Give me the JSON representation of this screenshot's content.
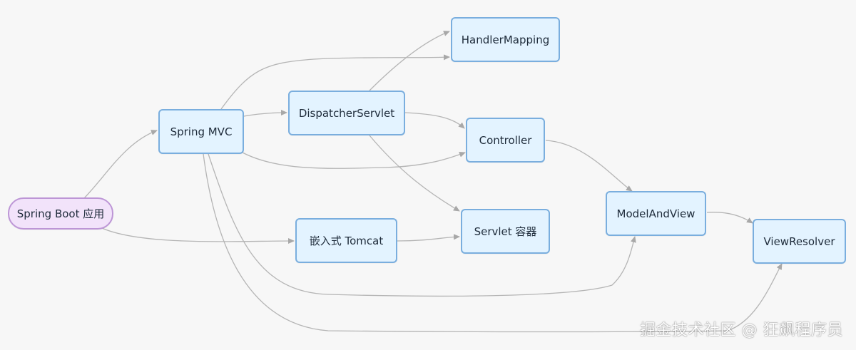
{
  "diagram": {
    "type": "flowchart",
    "colors": {
      "background": "#f7f7f7",
      "node_fill": "#e3f3ff",
      "node_border": "#7aaede",
      "root_fill": "#f2e3fa",
      "root_border": "#bd96d6",
      "edge": "#b5b5b5"
    },
    "nodes": {
      "spring_boot": "Spring Boot 应用",
      "spring_mvc": "Spring MVC",
      "embedded_tomcat": "嵌入式 Tomcat",
      "dispatcher_servlet": "DispatcherServlet",
      "handler_mapping": "HandlerMapping",
      "controller": "Controller",
      "servlet_container": "Servlet 容器",
      "model_and_view": "ModelAndView",
      "view_resolver": "ViewResolver"
    },
    "edges": [
      {
        "from": "spring_boot",
        "to": "spring_mvc"
      },
      {
        "from": "spring_boot",
        "to": "embedded_tomcat"
      },
      {
        "from": "spring_mvc",
        "to": "dispatcher_servlet"
      },
      {
        "from": "spring_mvc",
        "to": "handler_mapping"
      },
      {
        "from": "spring_mvc",
        "to": "controller"
      },
      {
        "from": "spring_mvc",
        "to": "model_and_view"
      },
      {
        "from": "spring_mvc",
        "to": "view_resolver"
      },
      {
        "from": "dispatcher_servlet",
        "to": "handler_mapping"
      },
      {
        "from": "dispatcher_servlet",
        "to": "controller"
      },
      {
        "from": "dispatcher_servlet",
        "to": "servlet_container"
      },
      {
        "from": "embedded_tomcat",
        "to": "servlet_container"
      },
      {
        "from": "controller",
        "to": "model_and_view"
      },
      {
        "from": "model_and_view",
        "to": "view_resolver"
      }
    ]
  },
  "watermark": "掘金技术社区 @ 狂飙程序员"
}
